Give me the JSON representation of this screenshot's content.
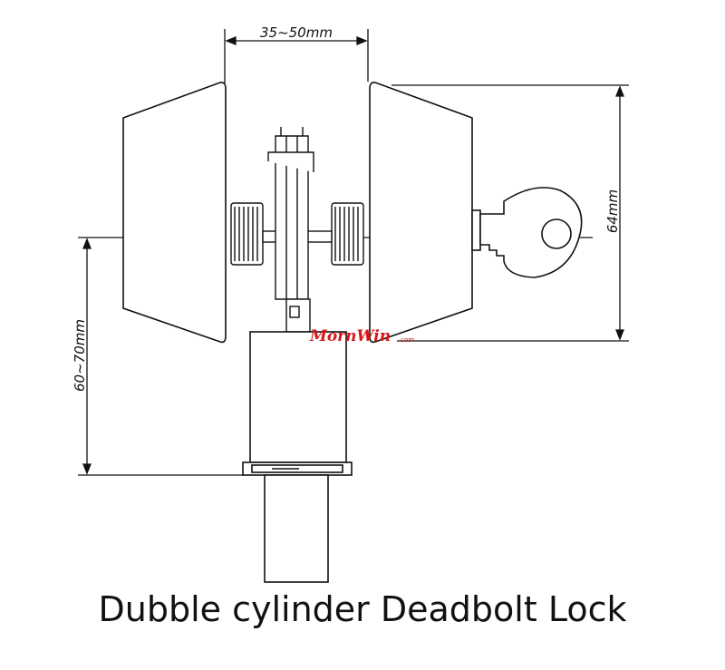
{
  "dimensions": {
    "handle_width": "35~50mm",
    "knob_height": "64mm",
    "backset": "60~70mm"
  },
  "watermark": {
    "brand": "MornWin",
    "suffix": ".com",
    "color": "#d81818"
  },
  "caption": "Dubble cylinder Deadbolt Lock",
  "colors": {
    "line": "#111111",
    "background": "#ffffff"
  }
}
